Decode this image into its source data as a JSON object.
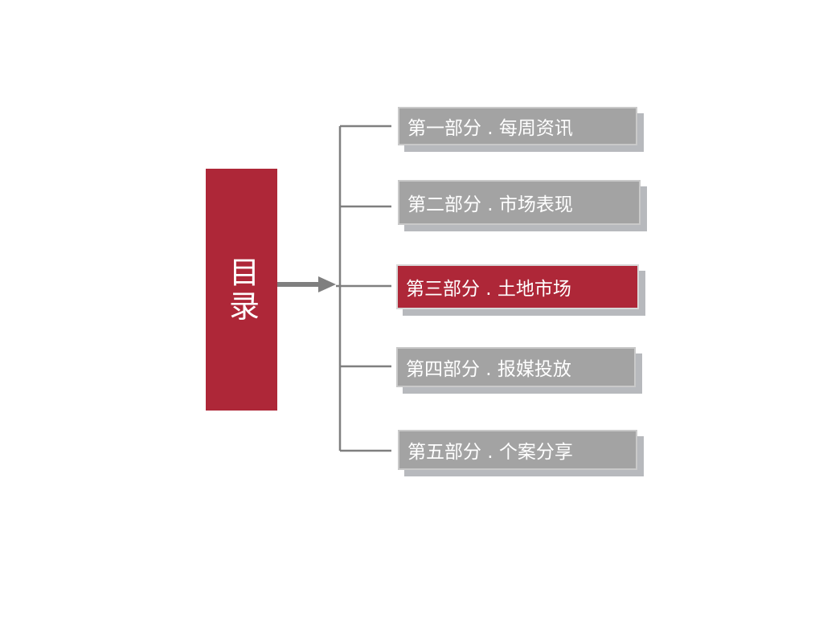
{
  "title": "目录",
  "colors": {
    "accent": "#ae2738",
    "item_gray": "#a3a3a3",
    "shadow": "#b7b9bd",
    "line": "#7f7f7f"
  },
  "items": [
    {
      "label": "第一部分 . 每周资讯",
      "active": false
    },
    {
      "label": "第二部分 . 市场表现",
      "active": false
    },
    {
      "label": "第三部分 . 土地市场",
      "active": true
    },
    {
      "label": "第四部分 . 报媒投放",
      "active": false
    },
    {
      "label": "第五部分 . 个案分享",
      "active": false
    }
  ]
}
